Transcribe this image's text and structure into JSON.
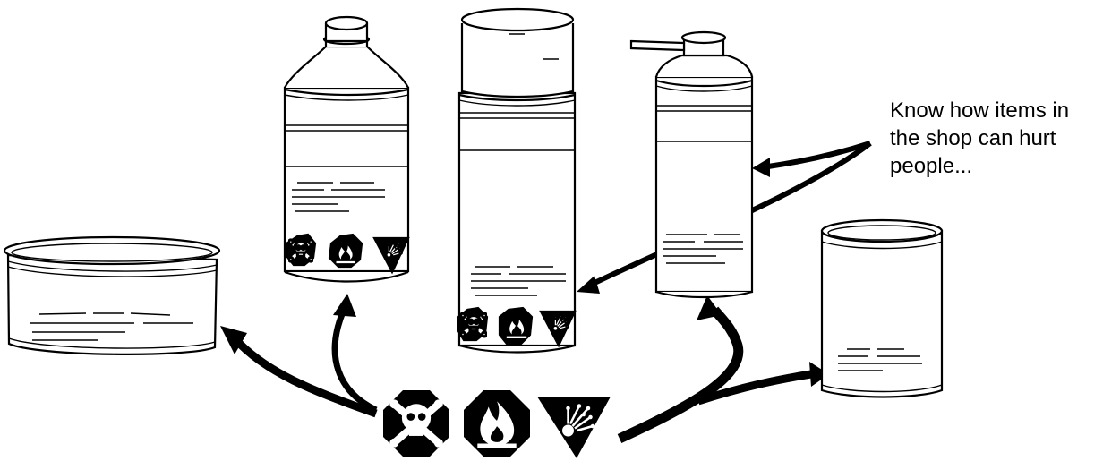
{
  "caption": {
    "lines": [
      "Know how items in",
      "the shop can hurt",
      "people..."
    ]
  },
  "colors": {
    "ink": "#000000",
    "paper": "#ffffff"
  },
  "symbols": [
    "skull-crossbones-icon",
    "flame-icon",
    "explosion-icon"
  ]
}
